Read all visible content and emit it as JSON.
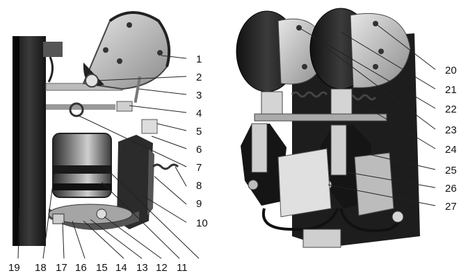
{
  "figure": {
    "left_view": {
      "right_labels": [
        "1",
        "2",
        "3",
        "4",
        "5",
        "6",
        "7",
        "8",
        "9",
        "10"
      ],
      "bottom_labels": [
        "19",
        "18",
        "17",
        "16",
        "15",
        "14",
        "13",
        "12",
        "11"
      ]
    },
    "right_view": {
      "right_labels": [
        "20",
        "21",
        "22",
        "23",
        "24",
        "25",
        "26",
        "27"
      ]
    }
  }
}
